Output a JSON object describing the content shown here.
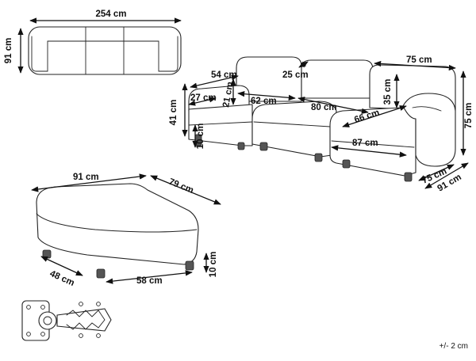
{
  "palette": {
    "line": "#222222",
    "leg": "#555555",
    "background": "#ffffff"
  },
  "dimensions": {
    "top_width": "254 cm",
    "top_depth": "91 cm",
    "corner_armrest_width": "54 cm",
    "corner_armrest_depth": "27 cm",
    "arm_height": "21 cm",
    "seat_depth_left": "62 cm",
    "back_thickness": "25 cm",
    "middle_seat_width": "80 cm",
    "seat_height": "41 cm",
    "leg_height": "10 cm",
    "chaise_width": "75 cm",
    "back_height": "35 cm",
    "chaise_seat_depth": "66 cm",
    "total_height": "75 cm",
    "chaise_front_width": "87 cm",
    "chaise_arm_width": "75 cm",
    "chaise_depth": "91 cm",
    "ottoman_width": "91 cm",
    "ottoman_depth": "79 cm",
    "ottoman_base_depth": "48 cm",
    "ottoman_base_width": "58 cm",
    "ottoman_leg_height": "10 cm"
  },
  "tolerance": "+/- 2 cm"
}
